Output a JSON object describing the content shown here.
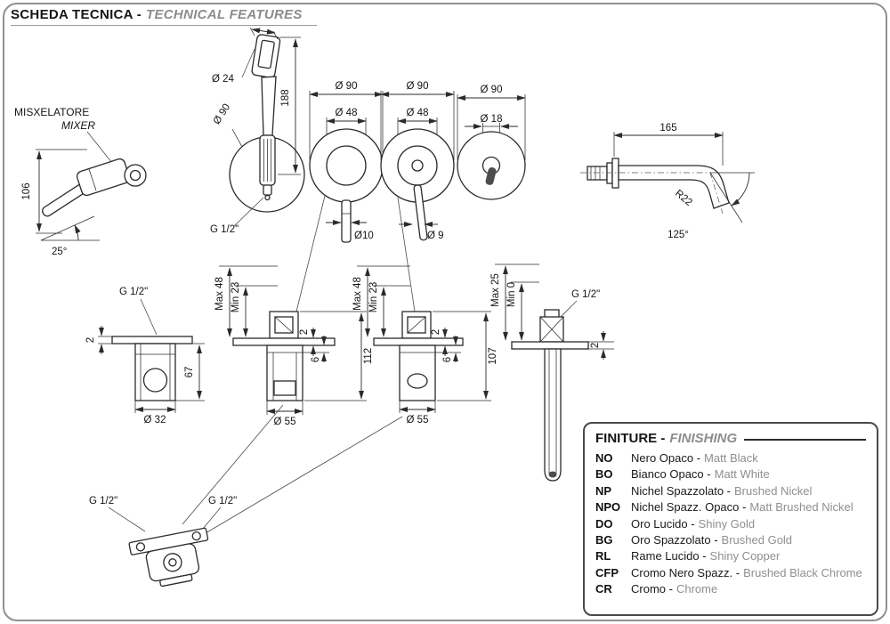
{
  "page": {
    "title_it": "SCHEDA TECNICA -",
    "title_en": "TECHNICAL FEATURES"
  },
  "drawing": {
    "mixer_label_it": "MISXELATORE",
    "mixer_label_en": "MIXER",
    "dims": {
      "dia24": "Ø 24",
      "dia90": "Ø 90",
      "dia48": "Ø 48",
      "dia18": "Ø 18",
      "dia10": "Ø10",
      "dia9": "Ø 9",
      "dia32": "Ø 32",
      "dia55": "Ø 55",
      "g12": "G 1/2\"",
      "len106": "106",
      "len188": "188",
      "len165": "165",
      "len67": "67",
      "len112": "112",
      "len107": "107",
      "ang25": "25°",
      "ang125": "125°",
      "rad22": "R22",
      "max48": "Max 48",
      "min23": "Min 23",
      "max25": "Max 25",
      "min0": "Min 0",
      "n2": "2",
      "n6": "6"
    }
  },
  "finishing": {
    "title_it": "FINITURE -",
    "title_en": "FINISHING",
    "items": [
      {
        "code": "NO",
        "it": "Nero Opaco -",
        "en": "Matt Black"
      },
      {
        "code": "BO",
        "it": "Bianco Opaco -",
        "en": "Matt White"
      },
      {
        "code": "NP",
        "it": "Nichel Spazzolato -",
        "en": "Brushed Nickel"
      },
      {
        "code": "NPO",
        "it": "Nichel Spazz. Opaco -",
        "en": "Matt Brushed Nickel"
      },
      {
        "code": "DO",
        "it": "Oro Lucido -",
        "en": "Shiny Gold"
      },
      {
        "code": "BG",
        "it": "Oro Spazzolato -",
        "en": "Brushed Gold"
      },
      {
        "code": "RL",
        "it": "Rame Lucido -",
        "en": "Shiny Copper"
      },
      {
        "code": "CFP",
        "it": "Cromo Nero Spazz. -",
        "en": "Brushed Black Chrome"
      },
      {
        "code": "CR",
        "it": "Cromo -",
        "en": "Chrome"
      }
    ]
  },
  "colors": {
    "accent_gray": "#8c8c8c",
    "line": "#2b2b2b"
  }
}
